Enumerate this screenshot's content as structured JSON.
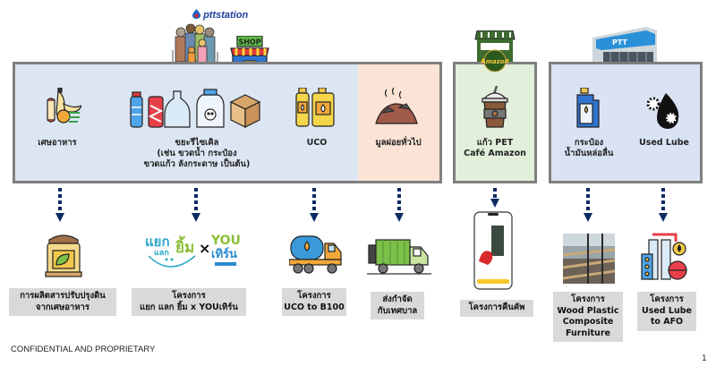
{
  "header": {
    "brand_logo": "pttstation"
  },
  "sources": {
    "station_box": {
      "items": [
        {
          "icon": "food-waste-icon",
          "label": "เศษอาหาร"
        },
        {
          "icon": "recyclables-icon",
          "label_lines": [
            "ขยะรีไซเคิล",
            "(เช่น ขวดน้ำ กระป๋อง",
            "ขวดแก้ว ลังกระดาษ เป็นต้น)"
          ]
        },
        {
          "icon": "oil-bottles-icon",
          "label": "UCO"
        }
      ]
    },
    "general_waste_box": {
      "icon": "garbage-pile-icon",
      "label": "มูลฝอยทั่วไป"
    },
    "amazon_box": {
      "icon": "iced-coffee-cup-icon",
      "label_lines": [
        "แก้ว PET",
        "Café Amazon"
      ]
    },
    "lube_box": {
      "items": [
        {
          "icon": "lube-can-icon",
          "label_lines": [
            "กระป๋อง",
            "น้ำมันหล่อลื่น"
          ]
        },
        {
          "icon": "oil-gears-icon",
          "label": "Used Lube"
        }
      ]
    }
  },
  "top_images": {
    "people": "people-group-icon",
    "shop": {
      "icon": "shop-icon",
      "sign": "SHOP"
    },
    "amazon_kiosk": {
      "icon": "amazon-kiosk-icon",
      "text": "Amazon"
    },
    "ptt_building": {
      "icon": "ptt-station-building-icon",
      "text": "PTT"
    }
  },
  "outputs": [
    {
      "icon": "compost-sack-icon",
      "label_lines": [
        "การผลิตสารปรับปรุงดิน",
        "จากเศษอาหาร"
      ]
    },
    {
      "icon": "yaek-laek-yim-you-turn-logo",
      "logo_left": [
        "แยก",
        "แลก",
        "ยิ้ม"
      ],
      "logo_x": "×",
      "logo_right": [
        "YOU",
        "เทิร์น"
      ],
      "label_lines": [
        "โครงการ",
        "แยก แลก ยิ้ม x YOUเทิร์น"
      ]
    },
    {
      "icon": "tanker-truck-icon",
      "label_lines": [
        "โครงการ",
        "UCO to B100"
      ]
    },
    {
      "icon": "garbage-truck-icon",
      "label_lines": [
        "ส่งกำจัด",
        "กับเทศบาล"
      ]
    },
    {
      "icon": "phone-app-icon",
      "label_lines": [
        "โครงการคืนคัพ"
      ]
    },
    {
      "icon": "wood-plastic-furniture-photo",
      "label_lines": [
        "โครงการ",
        "Wood Plastic",
        "Composite",
        "Furniture"
      ]
    },
    {
      "icon": "refinery-icon",
      "label_lines": [
        "โครงการ",
        "Used Lube",
        "to AFO"
      ]
    }
  ],
  "footer": {
    "text": "CONFIDENTIAL AND PROPRIETARY",
    "page_number": "1"
  },
  "colors": {
    "box_border": "#7f7f7f",
    "station_fill": "#dce6f2",
    "general_fill": "#fbe4d6",
    "amazon_fill": "#e2efda",
    "lube_fill": "#dae3f3",
    "arrow": "#0d2a63",
    "output_fill": "#d9d9d9"
  }
}
